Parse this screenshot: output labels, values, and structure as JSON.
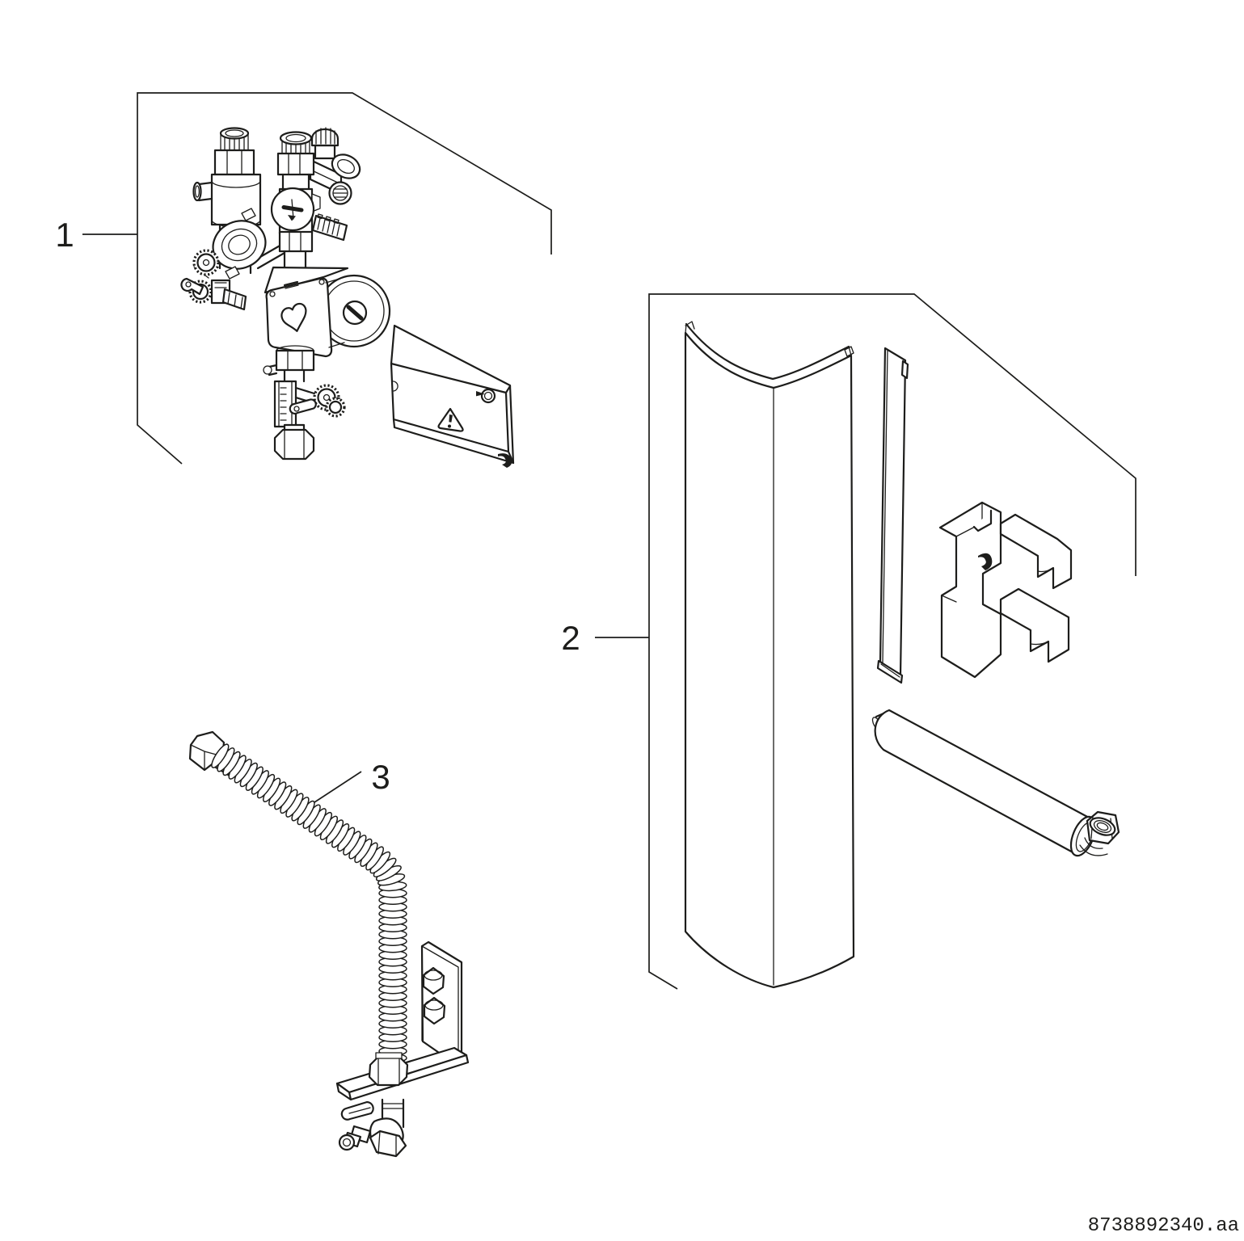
{
  "figure": {
    "background_color": "#ffffff",
    "line_color": "#1d1d1b",
    "callouts": [
      {
        "label": "1"
      },
      {
        "label": "2"
      },
      {
        "label": "3"
      }
    ],
    "footer": {
      "document_number": "8738892340.aa"
    }
  }
}
